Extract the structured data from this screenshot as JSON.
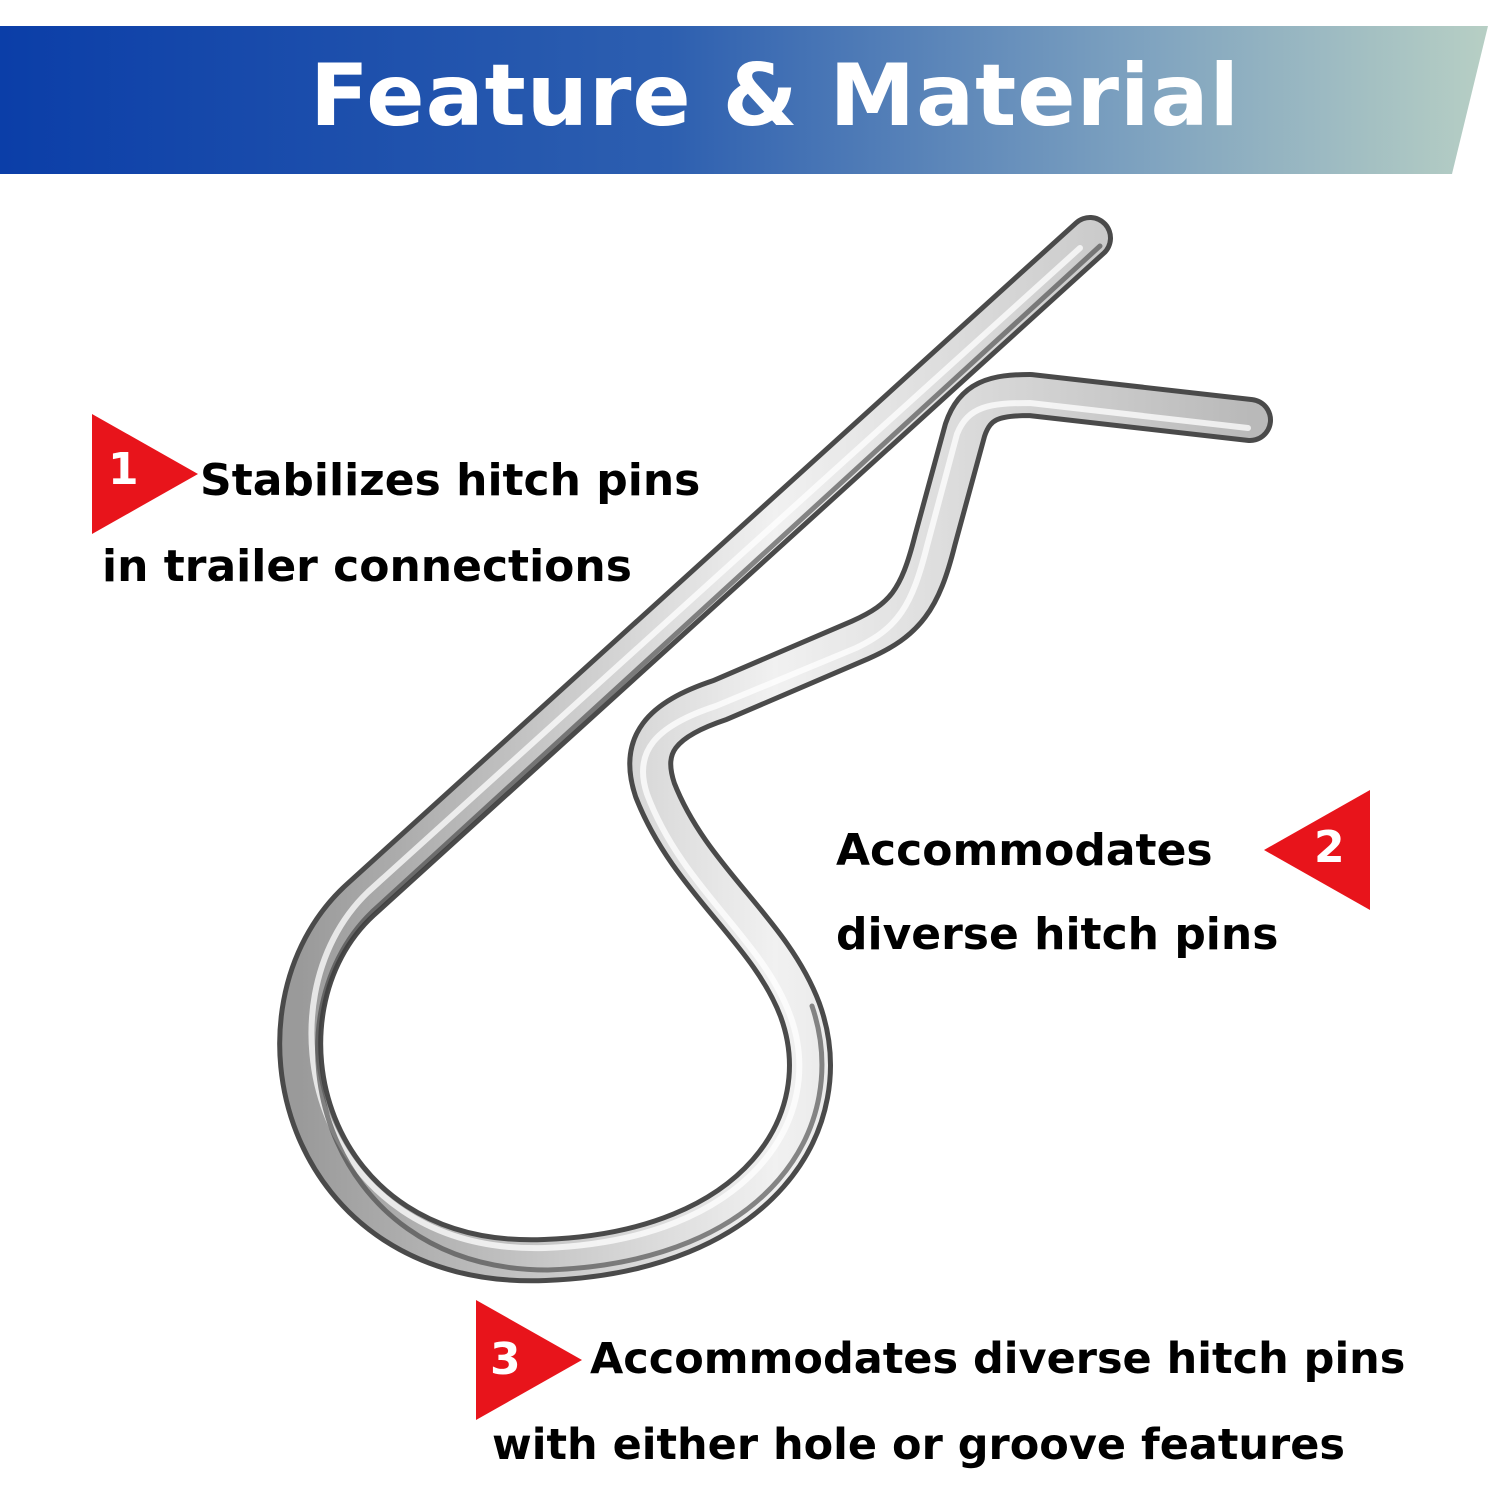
{
  "header": {
    "title": "Feature & Material",
    "gradient_start": "#0b3ea8",
    "gradient_end": "#b7cfc4"
  },
  "product": {
    "icon": "hitch-pin-clip-icon"
  },
  "callouts": [
    {
      "number": "1",
      "line1": "Stabilizes hitch pins",
      "line2": "in trailer connections"
    },
    {
      "number": "2",
      "line1": "Accommodates",
      "line2": "diverse hitch pins"
    },
    {
      "number": "3",
      "line1": "Accommodates diverse hitch pins",
      "line2": "with either hole or groove features"
    }
  ],
  "colors": {
    "badge": "#e8141b",
    "text": "#000000",
    "metal_light": "#f4f4f4",
    "metal_dark": "#6a6a6a"
  }
}
